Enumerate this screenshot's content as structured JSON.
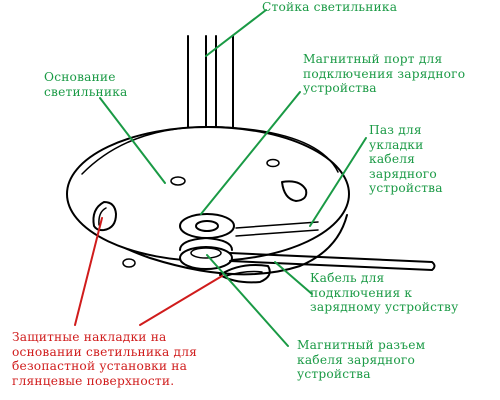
{
  "colors": {
    "label_green": "#1a9a45",
    "label_red": "#d01c1c",
    "outline": "#000000",
    "background": "#ffffff"
  },
  "labels": {
    "lamp_stand": "Стойка светильника",
    "lamp_base": "Основание\nсветильника",
    "magnetic_port": "Магнитный порт для\nподключения зарядного\nустройства",
    "cable_groove": "Паз для\nукладки\nкабеля\nзарядного\nустройства",
    "charger_cable": "Кабель для\nподключения к\nзарядному устройству",
    "magnetic_connector": "Магнитный разъем\nкабеля зарядного\nустройства",
    "protective_pads": "Защитные накладки на\nосновании светильника для\nбезопастной установки на\nглянцевые поверхности."
  }
}
